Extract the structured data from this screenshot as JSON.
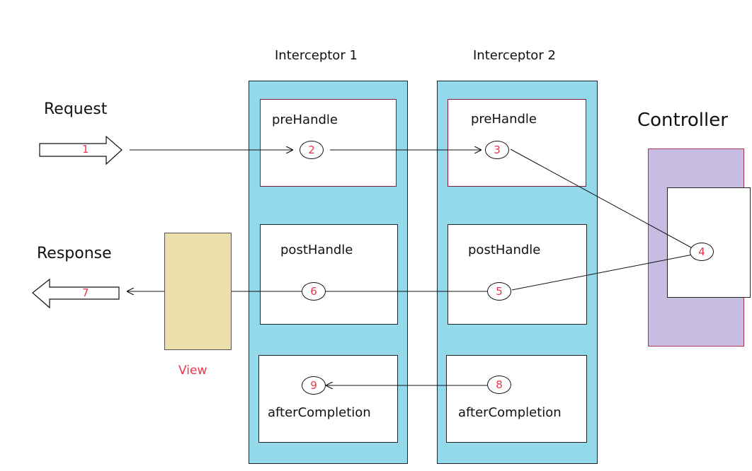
{
  "labels": {
    "interceptor1": "Interceptor 1",
    "interceptor2": "Interceptor 2",
    "controller": "Controller",
    "request": "Request",
    "response": "Response",
    "view": "View"
  },
  "interceptor1": {
    "pre": "preHandle",
    "post": "postHandle",
    "after": "afterCompletion"
  },
  "interceptor2": {
    "pre": "preHandle",
    "post": "postHandle",
    "after": "afterCompletion"
  },
  "steps": {
    "s1": "1",
    "s2": "2",
    "s3": "3",
    "s4": "4",
    "s5": "5",
    "s6": "6",
    "s7": "7",
    "s8": "8",
    "s9": "9"
  },
  "colors": {
    "interceptor_fill": "#94d9ea",
    "controller_fill": "#c7bde3",
    "view_fill": "#ecdfaa",
    "step_number": "#e8364a"
  }
}
